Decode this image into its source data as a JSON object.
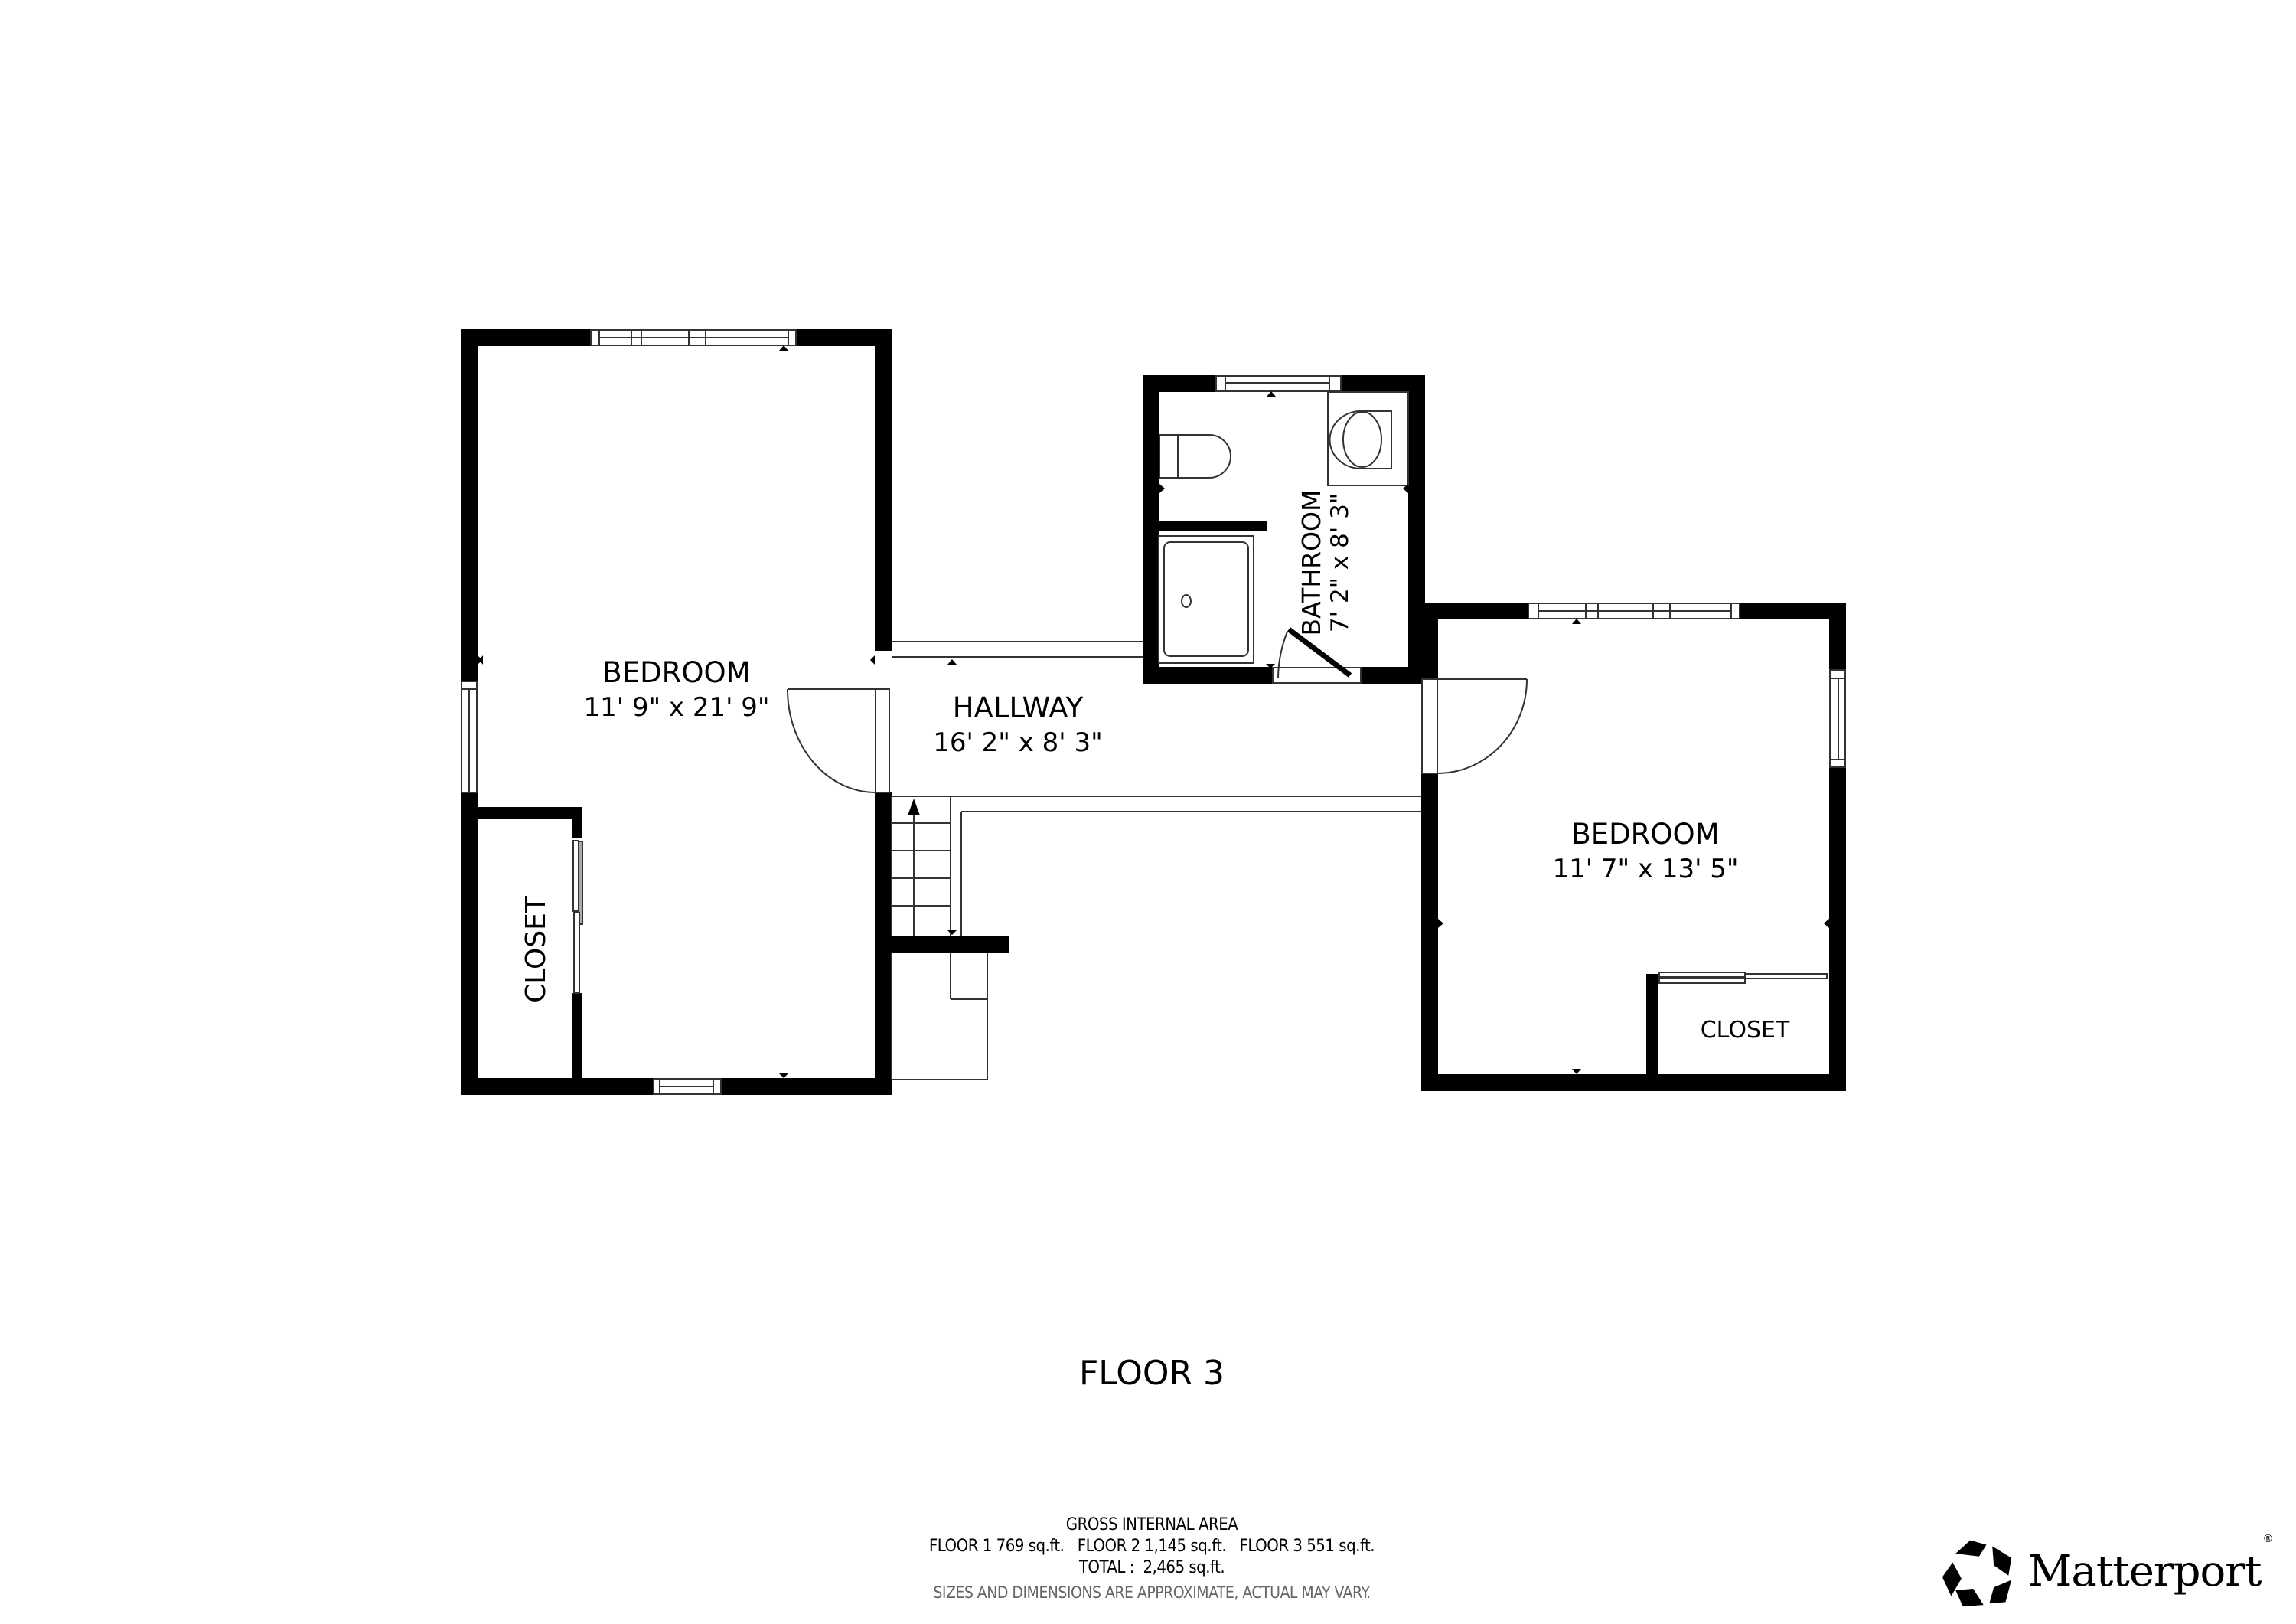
{
  "floor_plan": {
    "floor_title": "FLOOR 3",
    "rooms": [
      {
        "id": "bedroom-left",
        "name": "BEDROOM",
        "dimensions": "11' 9\" x 21' 9\""
      },
      {
        "id": "hallway",
        "name": "HALLWAY",
        "dimensions": "16' 2\" x 8' 3\""
      },
      {
        "id": "bathroom",
        "name": "BATHROOM",
        "dimensions": "7' 2\" x 8' 3\""
      },
      {
        "id": "bedroom-right",
        "name": "BEDROOM",
        "dimensions": "11' 7\" x 13' 5\""
      },
      {
        "id": "closet-left",
        "name": "CLOSET"
      },
      {
        "id": "closet-right",
        "name": "CLOSET"
      }
    ],
    "colors": {
      "wall": "#000000",
      "background": "#ffffff",
      "line": "#333333"
    }
  },
  "area_summary": {
    "heading": "GROSS INTERNAL AREA",
    "floors_line": "FLOOR 1 769 sq.ft.   FLOOR 2 1,145 sq.ft.   FLOOR 3 551 sq.ft.",
    "floors": [
      {
        "label": "FLOOR 1",
        "area": "769 sq.ft."
      },
      {
        "label": "FLOOR 2",
        "area": "1,145 sq.ft."
      },
      {
        "label": "FLOOR 3",
        "area": "551 sq.ft."
      }
    ],
    "total_line": "TOTAL :  2,465 sq.ft.",
    "disclaimer": "SIZES AND DIMENSIONS ARE APPROXIMATE, ACTUAL MAY VARY."
  },
  "brand": {
    "name": "Matterport",
    "mark": "®",
    "icon": "matterport-logo-icon"
  }
}
